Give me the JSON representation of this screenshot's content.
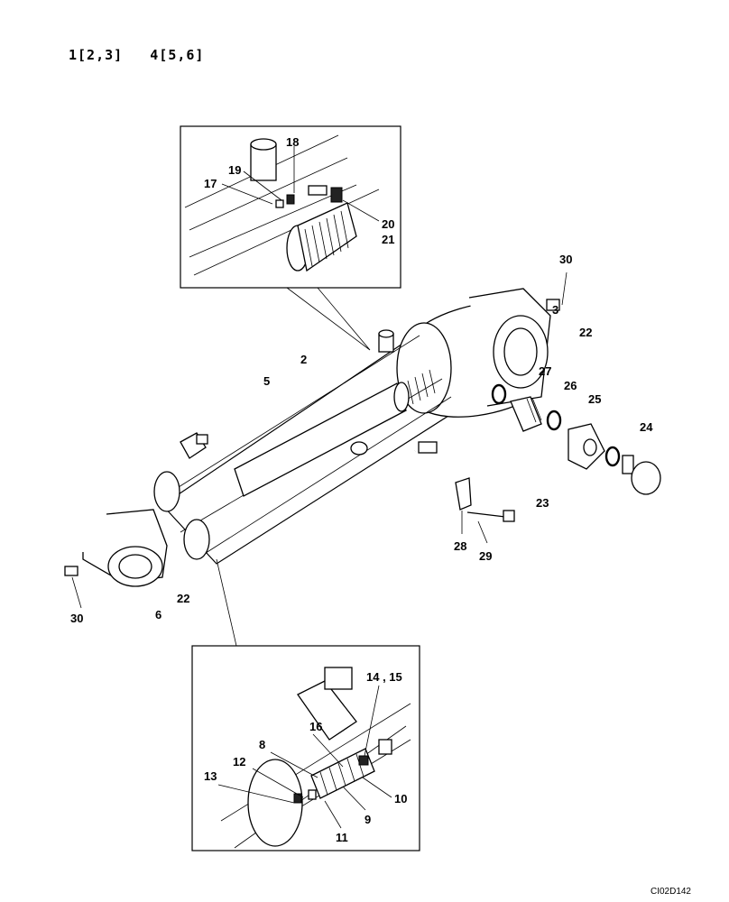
{
  "header": {
    "text": "1[2,3]   4[5,6]"
  },
  "footer": {
    "code": "CI02D142"
  },
  "labels": [
    "2",
    "3",
    "5",
    "6",
    "8",
    "9",
    "10",
    "11",
    "12",
    "13",
    "14 , 15",
    "16",
    "17",
    "18",
    "19",
    "20",
    "21",
    "22",
    "22",
    "23",
    "24",
    "25",
    "26",
    "27",
    "28",
    "29",
    "30",
    "30"
  ]
}
